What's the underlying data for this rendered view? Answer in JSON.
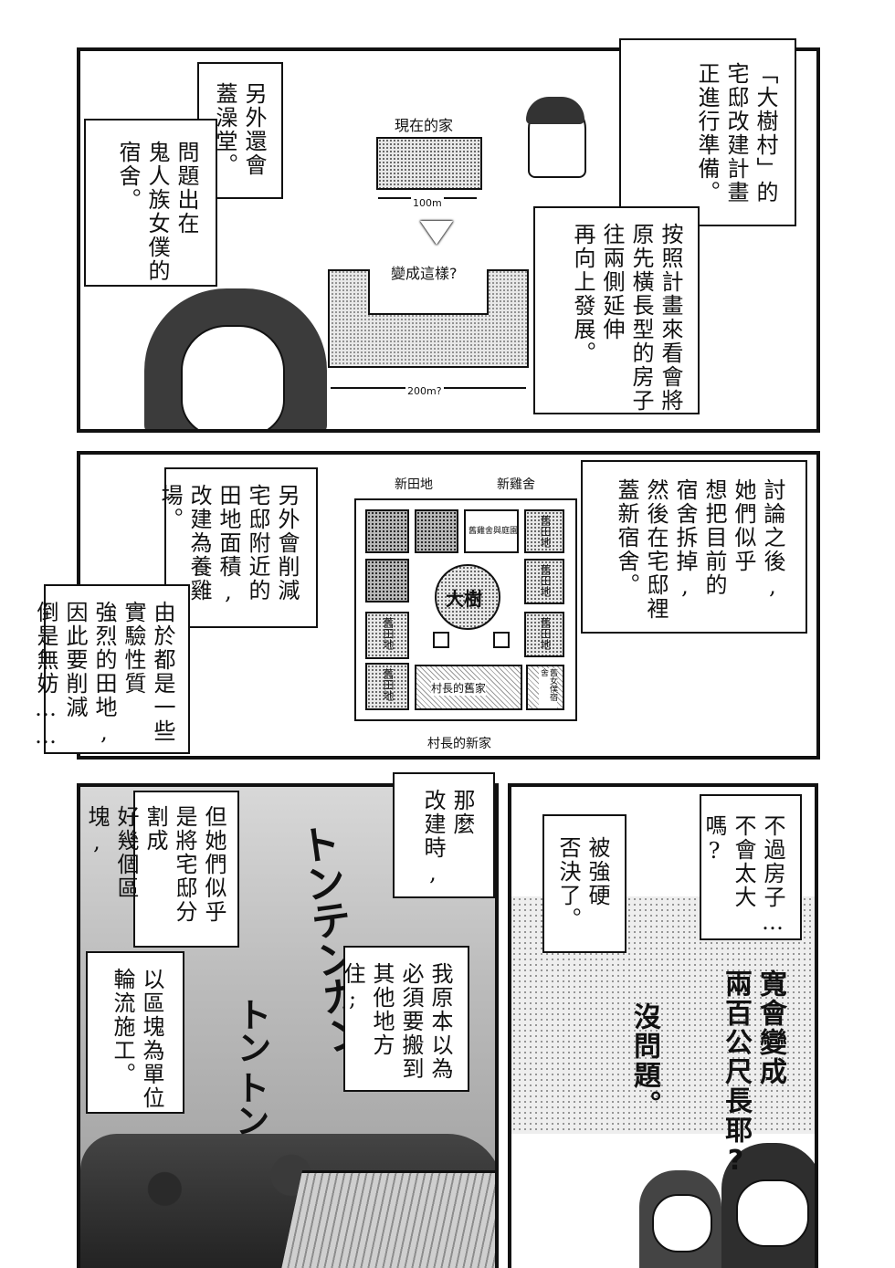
{
  "panel1": {
    "caption_right": "「大樹村」的\n宅邸改建計畫\n正進行準備。",
    "caption_mid": "按照計畫來看會將\n原先橫長型的房子\n往兩側延伸\n再向上發展。",
    "caption_left_a": "另外還會\n蓋澡堂。",
    "caption_left_b": "問題出在\n鬼人族女僕的\n宿舍。",
    "diagram": {
      "current_label": "現在的家",
      "current_width": "100m",
      "new_label": "變成這樣?",
      "new_width": "200m?"
    }
  },
  "panel2": {
    "caption_right": "討論之後,\n她們似乎\n想把目前的\n宿舍拆掉,\n然後在宅邸裡\n蓋新宿舍。",
    "caption_mid": "另外會削減\n宅邸附近的\n田地面積,\n改建為養雞場。",
    "caption_left": "由於都是一些\n實驗性質\n強烈的田地,\n因此要削減\n倒是無妨……",
    "map": {
      "label_new_field": "新田地",
      "label_new_annex": "新雞舍",
      "label_old_annex": "舊雞舍與庭園",
      "label_old_field": "舊田地",
      "label_tree": "大樹",
      "label_old_house": "村長的舊家",
      "label_dorm": "舊女僕宿舍",
      "label_new_house": "村長的新家"
    }
  },
  "panel3": {
    "caption_a": "那麼\n改建時,",
    "caption_b": "我原本以為\n必須要搬到\n其他地方住;",
    "caption_c": "但她們似乎\n是將宅邸分割成\n好幾個區塊,",
    "caption_d": "以區塊為單位\n輪流施工。",
    "sfx_1": "トンテンカン",
    "sfx_2": "トン",
    "sfx_3": "トン"
  },
  "panel4": {
    "caption_a": "不過房子…\n不會太大嗎?",
    "caption_b": "被強硬\n否決了。",
    "speech_a": "寬會變成\n兩百公尺長耶?",
    "speech_b": "沒問題。"
  }
}
